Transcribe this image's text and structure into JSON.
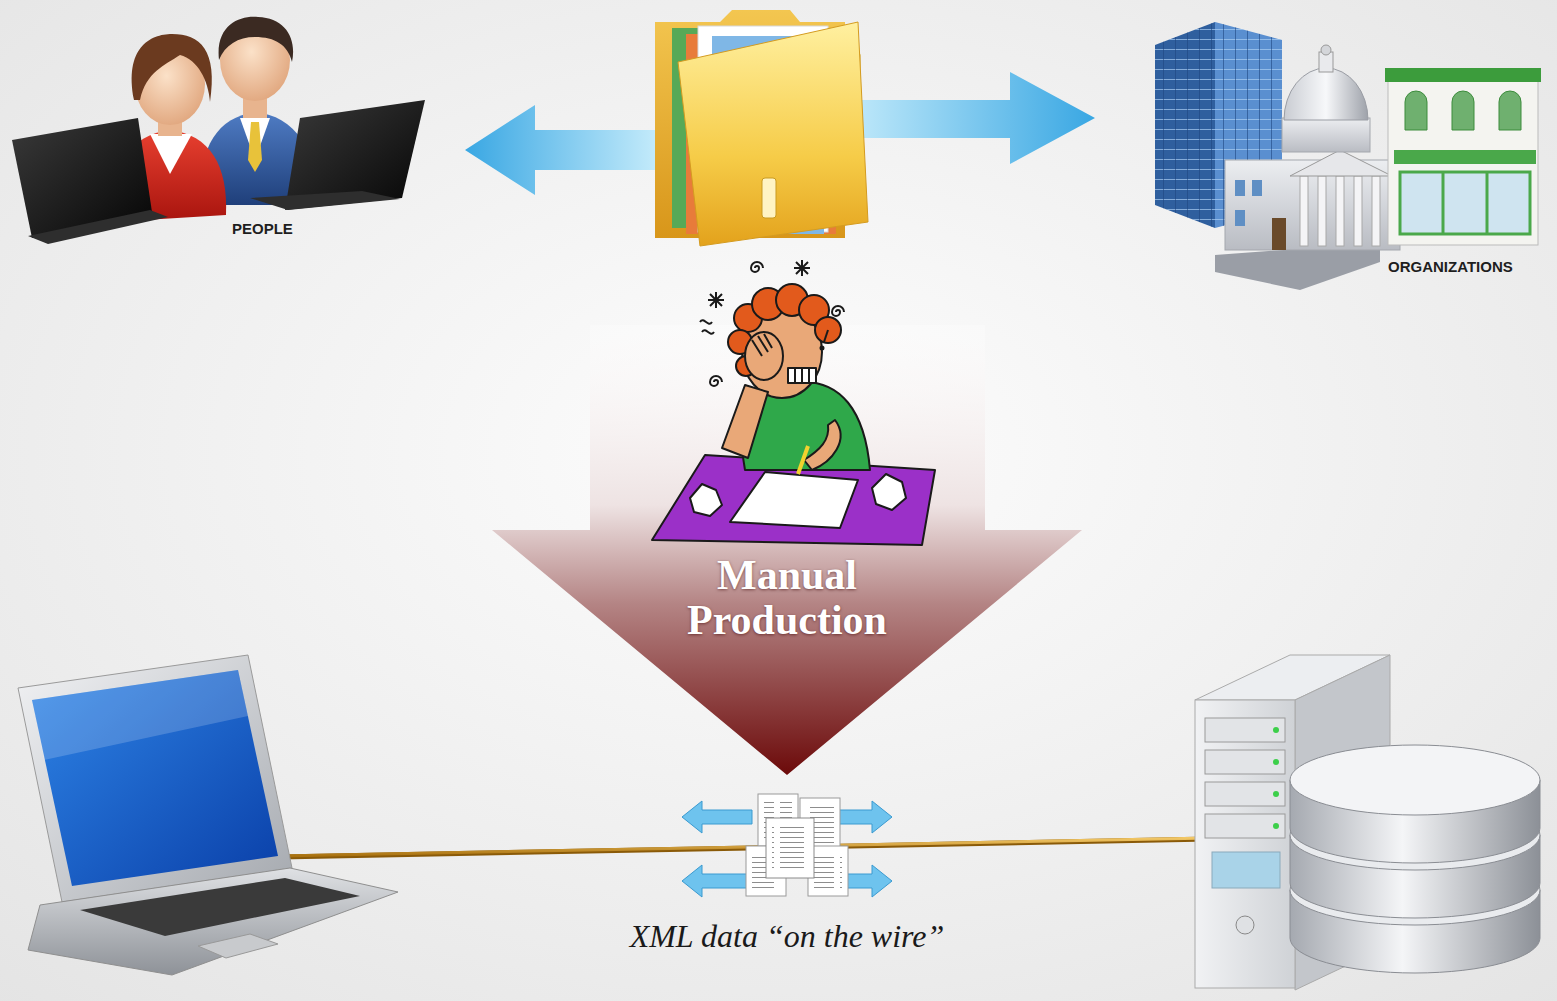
{
  "diagram": {
    "nodes": [
      {
        "text": [
          "PEOPLE"
        ]
      },
      {
        "text": [
          "ORGANIZATIONS"
        ]
      },
      {
        "text": [
          "Manual Production"
        ]
      }
    ],
    "labels": [
      "XML data “on the wire”"
    ]
  }
}
